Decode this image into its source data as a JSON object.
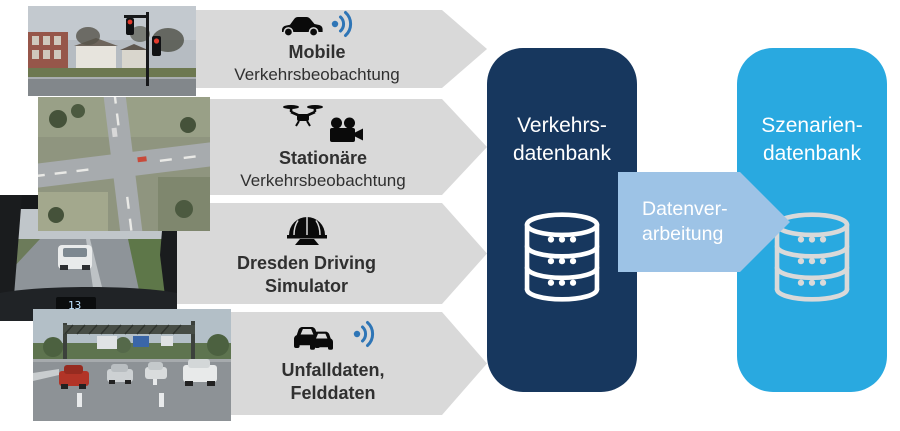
{
  "sources": [
    {
      "line1": "Mobile",
      "line2": "Verkehrsbeobachtung"
    },
    {
      "line1": "Stationäre",
      "line2": "Verkehrsbeobachtung"
    },
    {
      "line1": "Dresden Driving",
      "line2": "Simulator"
    },
    {
      "line1": "Unfalldaten,",
      "line2": "Felddaten"
    }
  ],
  "traffic_db": {
    "line1": "Verkehrs-",
    "line2": "datenbank"
  },
  "scenario_db": {
    "line1": "Szenarien-",
    "line2": "datenbank"
  },
  "process": {
    "line1": "Datenver-",
    "line2": "arbeitung"
  },
  "photos": {
    "simulator_display": "13"
  },
  "icons": {
    "mobile": [
      "car-icon",
      "signal-waves-icon"
    ],
    "stationary": [
      "drone-icon",
      "video-camera-icon"
    ],
    "simulator": [
      "simulator-dome-icon"
    ],
    "accident": [
      "two-cars-icon",
      "signal-waves-icon"
    ],
    "databases": [
      "database-icon"
    ]
  },
  "colors": {
    "source_arrow_gray": "#d9d9d9",
    "traffic_db_bg": "#17375e",
    "scenario_db_bg": "#29a9e0",
    "process_arrow_bg": "#9dc3e6",
    "signal_blue": "#2e75b6",
    "label_text": "#303030",
    "title_text": "#ffffff"
  }
}
